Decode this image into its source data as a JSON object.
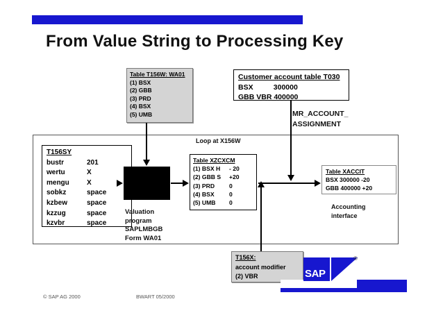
{
  "slide": {
    "title": "From Value String to Processing Key",
    "accent_color": "#1717cf",
    "loop_label": "Loop at X156W",
    "mr_account_assignment": {
      "line1": "MR_ACCOUNT_",
      "line2": "ASSIGNMENT"
    },
    "valuation_program": {
      "line1": "Valuation",
      "line2": "program",
      "line3": "SAPLMBGB",
      "line4": "Form WA01"
    },
    "accounting_interface": {
      "line1": "Accounting",
      "line2": "interface"
    }
  },
  "t156w": {
    "header": "Table T156W: WA01",
    "rows": [
      "(1) BSX",
      "(2) GBB",
      "(3) PRD",
      "(4) BSX",
      "(5) UMB"
    ]
  },
  "t030": {
    "header": "Customer account table T030",
    "rows": [
      {
        "key": "BSX",
        "mod": "",
        "account": "300000"
      },
      {
        "key": "GBB",
        "mod": "VBR",
        "account": "400000"
      }
    ],
    "row_text": [
      "BSX          300000",
      "GBB VBR 400000"
    ]
  },
  "t156sy": {
    "header": "T156SY",
    "rows": [
      {
        "field": "bustr",
        "value": "201"
      },
      {
        "field": "wertu",
        "value": "X"
      },
      {
        "field": "mengu",
        "value": "X"
      },
      {
        "field": "sobkz",
        "value": "space"
      },
      {
        "field": "kzbew",
        "value": "space"
      },
      {
        "field": "kzzug",
        "value": "space"
      },
      {
        "field": "kzvbr",
        "value": "space"
      }
    ]
  },
  "xzcxcm": {
    "header": "Table XZCXCM",
    "rows": [
      {
        "item": "(1) BSX H",
        "sign": "",
        "amount": "- 20"
      },
      {
        "item": "(2) GBB S",
        "sign": "",
        "amount": "+20"
      },
      {
        "item": "(3) PRD",
        "sign": "",
        "amount": "0"
      },
      {
        "item": "(4) BSX",
        "sign": "",
        "amount": "0"
      },
      {
        "item": "(5) UMB",
        "sign": "",
        "amount": "0"
      }
    ]
  },
  "xaccit": {
    "header": "Table XACCIT",
    "rows": [
      "BSX 300000 -20",
      "GBB 400000 +20"
    ]
  },
  "t156x": {
    "header": "T156X:",
    "line2": "account modifier",
    "line3": "(2) VBR"
  },
  "footer": {
    "left": "©  SAP AG 2000",
    "right": "BWART  05/2000"
  },
  "logo": {
    "wordmark": "SAP",
    "registered": "®"
  }
}
